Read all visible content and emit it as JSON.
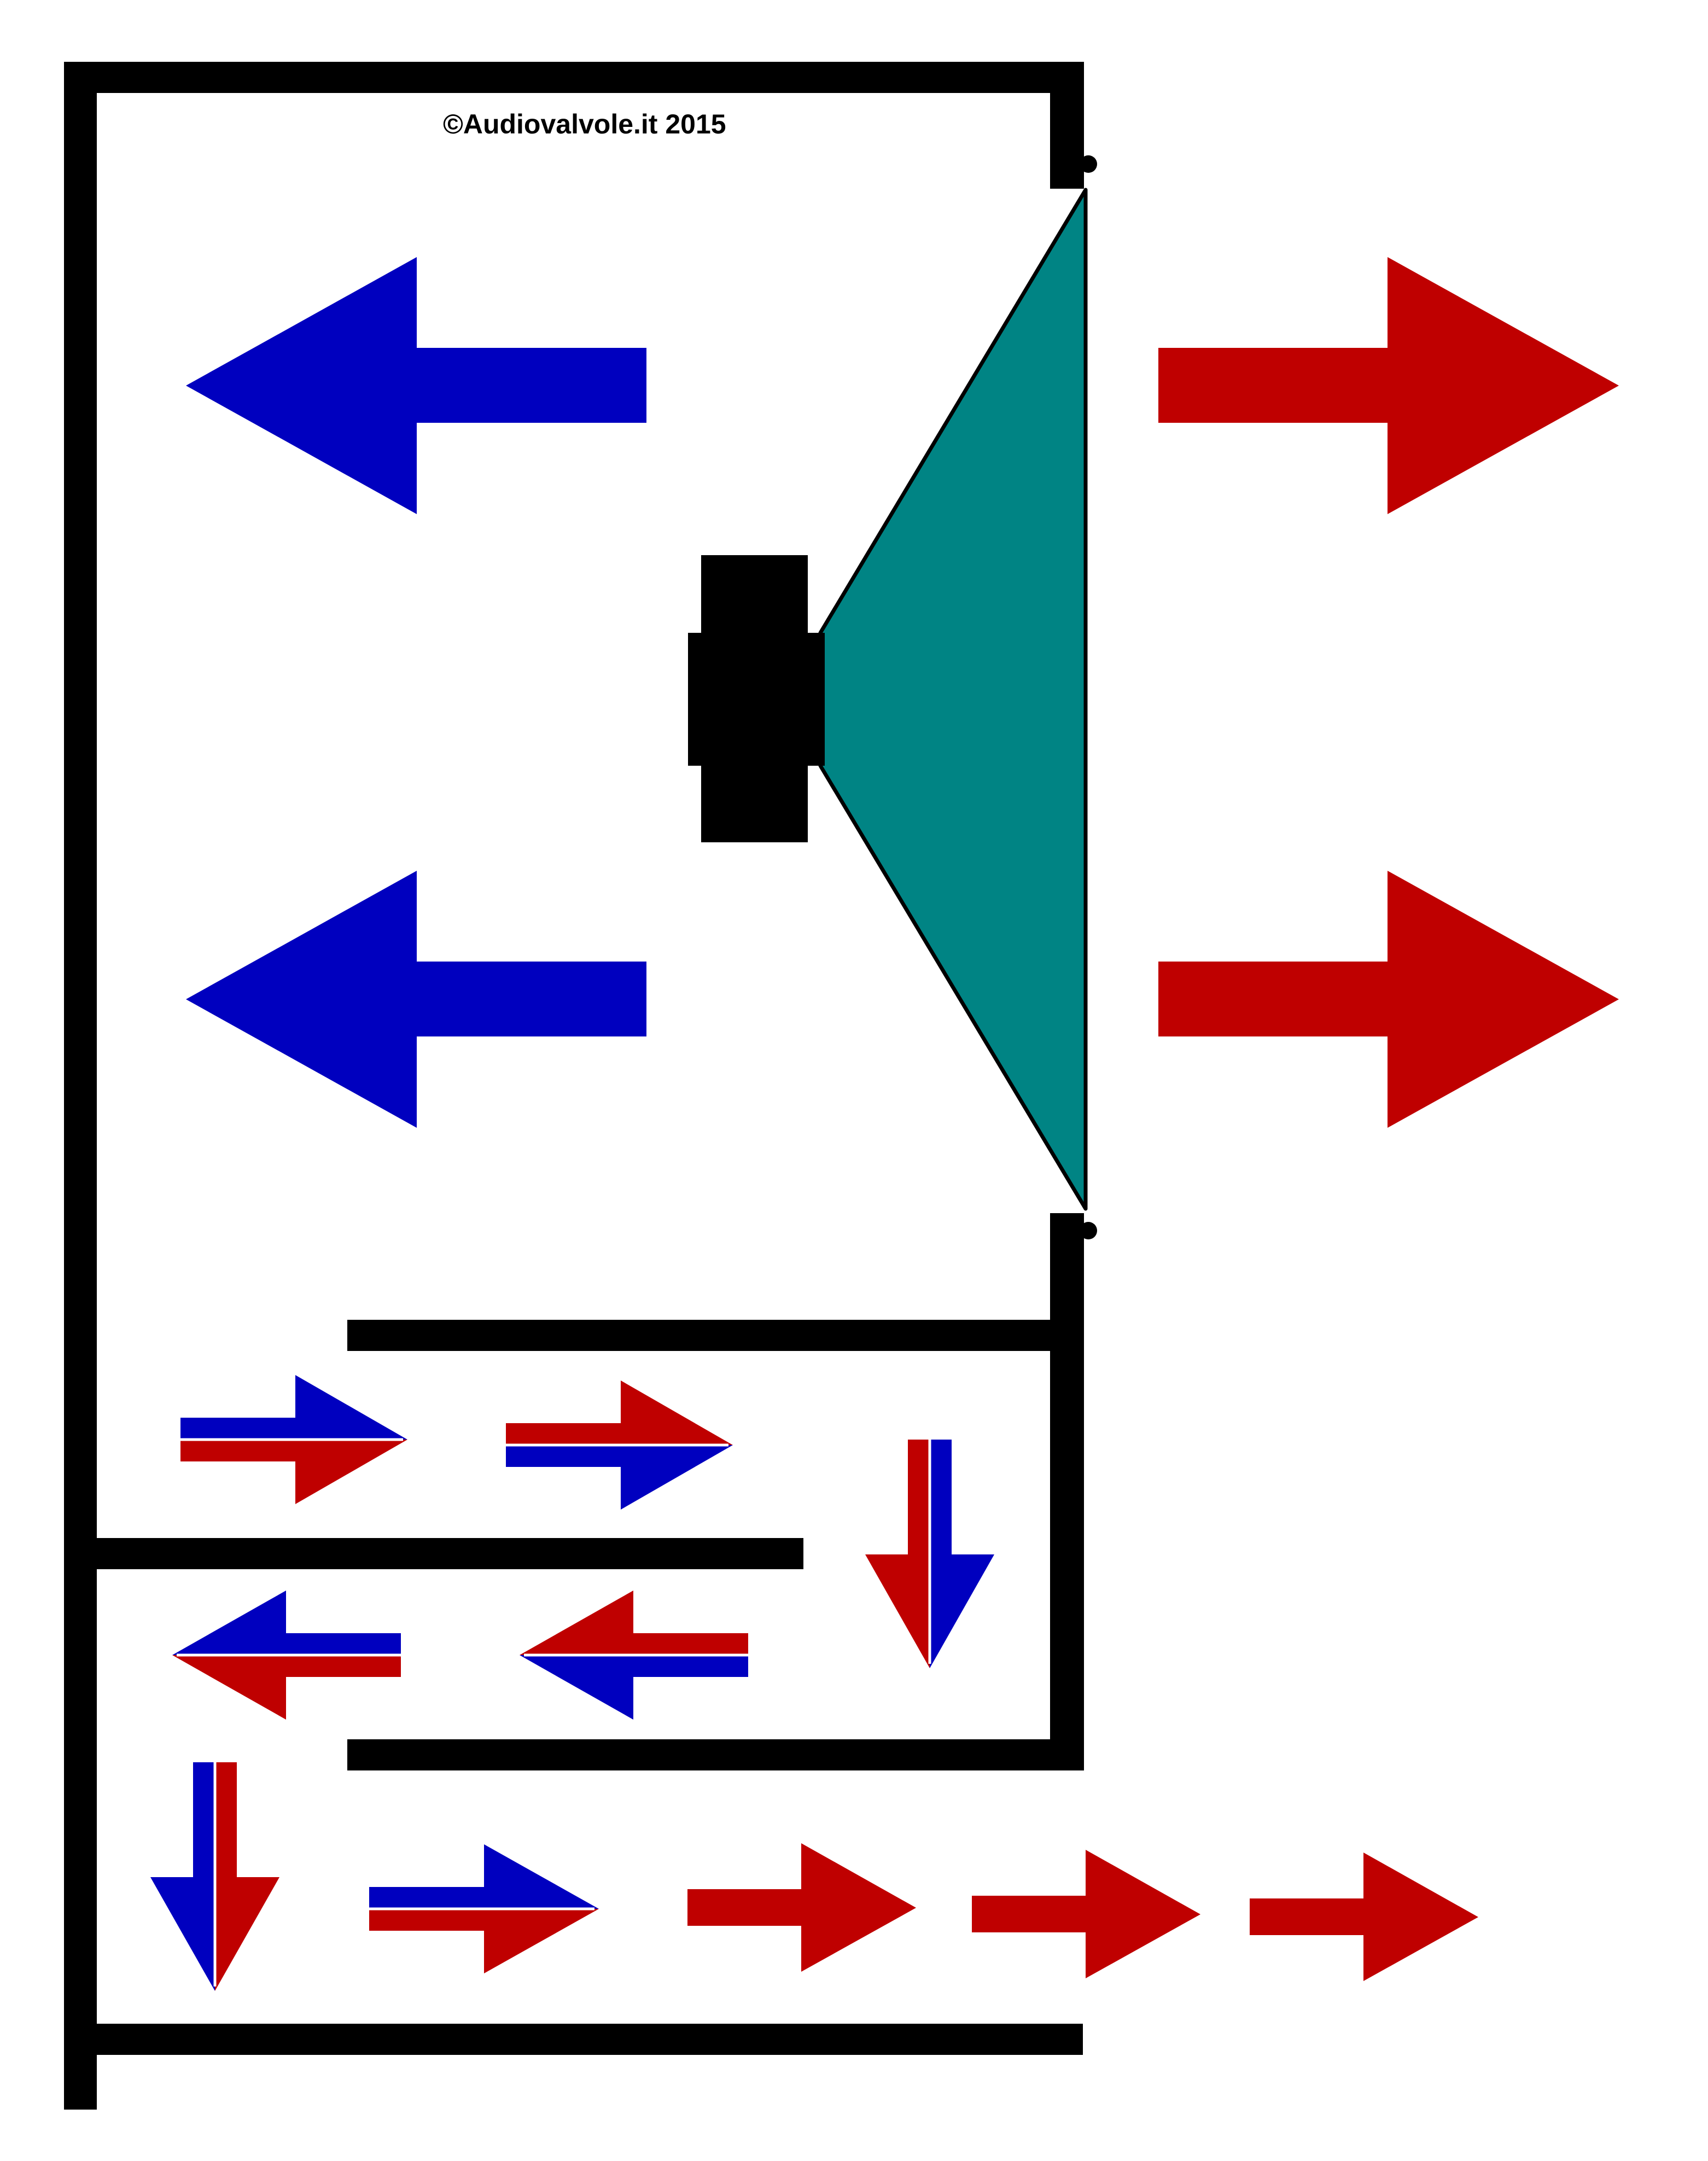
{
  "copyright": "©Audiovalvole.it 2015",
  "colors": {
    "enclosure": "#000000",
    "cone": "#008484",
    "rear_wave": "#0000bf",
    "front_wave": "#bf0000",
    "background": "#ffffff"
  },
  "components": [
    "enclosure-wall",
    "loudspeaker-magnet",
    "loudspeaker-cone",
    "labyrinth-baffle",
    "rear-wave-arrow",
    "front-wave-arrow",
    "mixed-wave-arrow"
  ]
}
